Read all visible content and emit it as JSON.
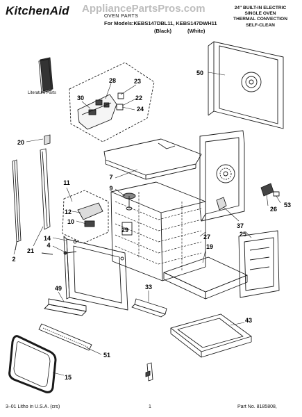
{
  "header": {
    "brand": "KitchenAid",
    "watermark": "AppliancePartsPros.com",
    "page_title": "OVEN PARTS",
    "models": "For Models:KEBS147DBL11, KEBS147DWH11",
    "finish_black": "(Black)",
    "finish_white": "(White)",
    "description": [
      "24\" BUILT-IN ELECTRIC",
      "SINGLE OVEN",
      "THERMAL CONVECTION",
      "SELF-CLEAN"
    ]
  },
  "literature": {
    "label": "Literature Parts"
  },
  "callouts": [
    "50",
    "28",
    "23",
    "30",
    "22",
    "24",
    "20",
    "7",
    "9",
    "11",
    "12",
    "10",
    "26",
    "53",
    "29",
    "37",
    "27",
    "25",
    "14",
    "21",
    "4",
    "2",
    "19",
    "49",
    "33",
    "43",
    "51",
    "15"
  ],
  "footer": {
    "left": "3–01 Litho in U.S.A. (crs)",
    "page": "1",
    "part_no": "Part No. 8185808,"
  }
}
